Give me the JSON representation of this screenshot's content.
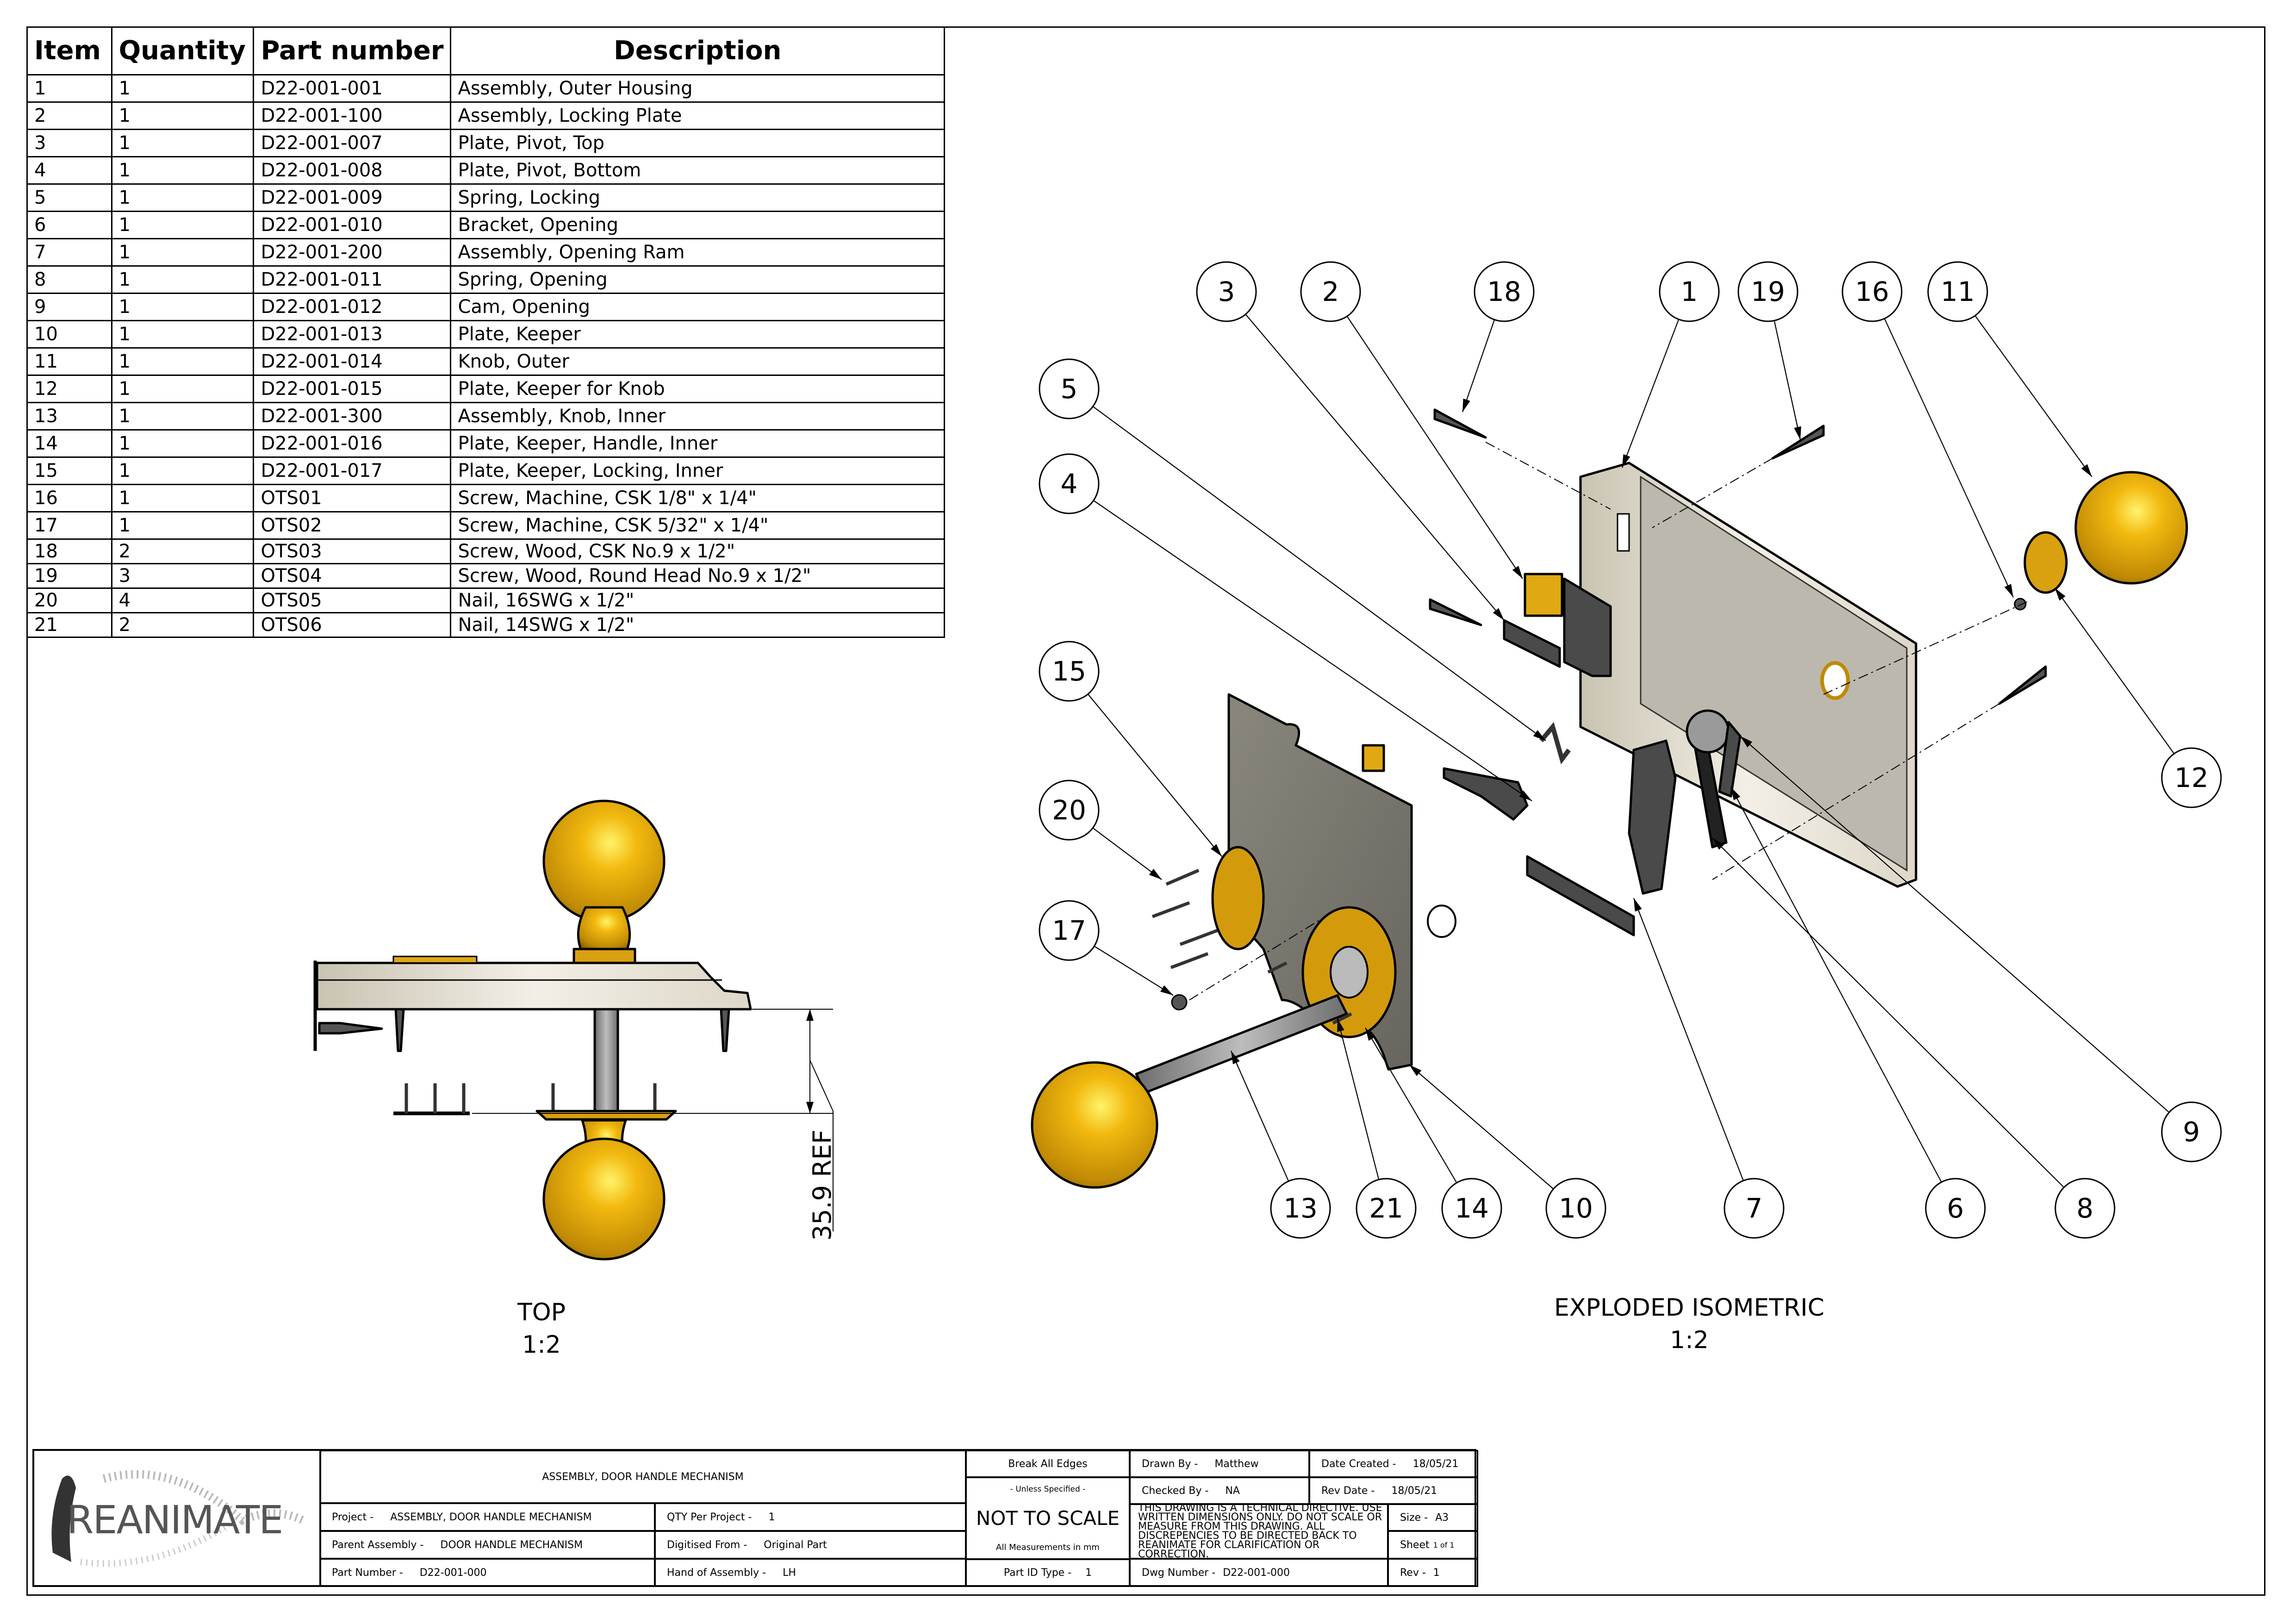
{
  "bom": {
    "headers": {
      "item": "Item",
      "quantity": "Quantity",
      "part_number": "Part number",
      "description": "Description"
    },
    "rows": [
      {
        "item": "1",
        "qty": "1",
        "part": "D22-001-001",
        "desc": "Assembly, Outer Housing"
      },
      {
        "item": "2",
        "qty": "1",
        "part": "D22-001-100",
        "desc": "Assembly, Locking Plate"
      },
      {
        "item": "3",
        "qty": "1",
        "part": "D22-001-007",
        "desc": "Plate, Pivot, Top"
      },
      {
        "item": "4",
        "qty": "1",
        "part": "D22-001-008",
        "desc": "Plate, Pivot, Bottom"
      },
      {
        "item": "5",
        "qty": "1",
        "part": "D22-001-009",
        "desc": "Spring, Locking"
      },
      {
        "item": "6",
        "qty": "1",
        "part": "D22-001-010",
        "desc": "Bracket, Opening"
      },
      {
        "item": "7",
        "qty": "1",
        "part": "D22-001-200",
        "desc": "Assembly, Opening Ram"
      },
      {
        "item": "8",
        "qty": "1",
        "part": "D22-001-011",
        "desc": "Spring, Opening"
      },
      {
        "item": "9",
        "qty": "1",
        "part": "D22-001-012",
        "desc": "Cam, Opening"
      },
      {
        "item": "10",
        "qty": "1",
        "part": "D22-001-013",
        "desc": "Plate, Keeper"
      },
      {
        "item": "11",
        "qty": "1",
        "part": "D22-001-014",
        "desc": "Knob, Outer"
      },
      {
        "item": "12",
        "qty": "1",
        "part": "D22-001-015",
        "desc": "Plate, Keeper for Knob"
      },
      {
        "item": "13",
        "qty": "1",
        "part": "D22-001-300",
        "desc": "Assembly, Knob, Inner"
      },
      {
        "item": "14",
        "qty": "1",
        "part": "D22-001-016",
        "desc": "Plate, Keeper, Handle, Inner"
      },
      {
        "item": "15",
        "qty": "1",
        "part": "D22-001-017",
        "desc": "Plate, Keeper, Locking, Inner"
      },
      {
        "item": "16",
        "qty": "1",
        "part": "OTS01",
        "desc": "Screw, Machine, CSK  1/8\" x 1/4\""
      },
      {
        "item": "17",
        "qty": "1",
        "part": "OTS02",
        "desc": "Screw, Machine, CSK  5/32\" x 1/4\""
      },
      {
        "item": "18",
        "qty": "2",
        "part": "OTS03",
        "desc": "Screw, Wood, CSK No.9 x 1/2\""
      },
      {
        "item": "19",
        "qty": "3",
        "part": "OTS04",
        "desc": "Screw, Wood, Round Head No.9 x 1/2\""
      },
      {
        "item": "20",
        "qty": "4",
        "part": "OTS05",
        "desc": "Nail, 16SWG x 1/2\""
      },
      {
        "item": "21",
        "qty": "2",
        "part": "OTS06",
        "desc": "Nail, 14SWG x 1/2\""
      }
    ]
  },
  "views": {
    "top": {
      "name": "TOP",
      "scale": "1:2",
      "dimension": "35.9 REF"
    },
    "exploded": {
      "name": "EXPLODED ISOMETRIC",
      "scale": "1:2"
    }
  },
  "balloons": [
    "1",
    "2",
    "3",
    "4",
    "5",
    "6",
    "7",
    "8",
    "9",
    "10",
    "11",
    "12",
    "13",
    "14",
    "15",
    "16",
    "17",
    "18",
    "19",
    "20",
    "21"
  ],
  "colors": {
    "brass": "#e0a812",
    "brass_dark": "#8a6400",
    "steel_dark": "#4a4a4a",
    "steel_plate": "#76746c",
    "housing": "#d8d3c4"
  },
  "title_block": {
    "logo_text": "REANIMATE",
    "title": "ASSEMBLY, DOOR HANDLE MECHANISM",
    "project_label": "Project -",
    "project": "ASSEMBLY, DOOR HANDLE MECHANISM",
    "parent_label": "Parent Assembly -",
    "parent": "DOOR HANDLE MECHANISM",
    "part_number_label": "Part Number -",
    "part_number": "D22-001-000",
    "qty_label": "QTY Per Project -",
    "qty": "1",
    "digitised_label": "Digitised From -",
    "digitised": "Original Part",
    "hand_label": "Hand of Assembly -",
    "hand": "LH",
    "break_edges": "Break All Edges",
    "unless": "- Unless Specified -",
    "not_to_scale": "NOT TO SCALE",
    "measurements": "All Measurements in mm",
    "part_id_label": "Part ID Type -",
    "part_id": "1",
    "drawn_label": "Drawn By -",
    "drawn": "Matthew",
    "checked_label": "Checked By -",
    "checked": "NA",
    "created_label": "Date Created -",
    "created": "18/05/21",
    "rev_date_label": "Rev Date -",
    "rev_date": "18/05/21",
    "notice": "THIS DRAWING IS A TECHNICAL DIRECTIVE. USE WRITTEN DIMENSIONS ONLY. DO NOT SCALE OR MEASURE FROM THIS DRAWING. ALL DISCREPENCIES TO BE DIRECTED BACK TO REANIMATE FOR CLARIFICATION OR CORRECTION.",
    "size_label": "Size -",
    "size": "A3",
    "sheet_label": "Sheet",
    "sheet": "1 of 1",
    "dwg_label": "Dwg Number -",
    "dwg": "D22-001-000",
    "rev_label": "Rev -",
    "rev": "1"
  }
}
